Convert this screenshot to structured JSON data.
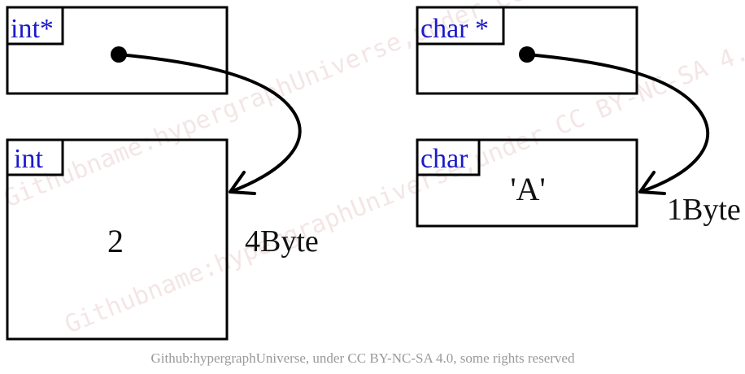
{
  "colors": {
    "stroke": "#000000",
    "type_label": "#1a1acc",
    "text": "#111111",
    "watermark": "#f4e6e6",
    "footer": "#999999"
  },
  "left": {
    "pointer_label": "int*",
    "target_label": "int",
    "value": "2",
    "size": "4Byte"
  },
  "right": {
    "pointer_label": "char *",
    "target_label": "char",
    "value": "'A'",
    "size": "1Byte"
  },
  "watermark": {
    "text_1": "Githubname:hypergraphUniverse,under CC BY-NC-SA 4.0",
    "text_2": "Githubname:hypergraphUniverse,under CC BY-NC-SA 4.0"
  },
  "footer": {
    "text": "Github:hypergraphUniverse, under CC BY-NC-SA 4.0, some rights reserved"
  }
}
